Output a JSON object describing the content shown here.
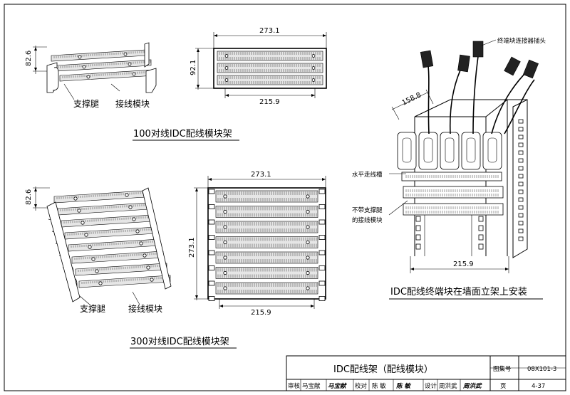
{
  "dims": {
    "d273_1_a": "273.1",
    "d92_1": "92.1",
    "d215_9_a": "215.9",
    "d82_6_a": "82.6",
    "d273_1_b": "273.1",
    "d273_1_v": "273.1",
    "d215_9_b": "215.9",
    "d82_6_b": "82.6",
    "d158_8": "158.8",
    "d215_9_c": "215.9"
  },
  "labels": {
    "support_leg_1": "支撑腿",
    "wiring_module_1": "接线模块",
    "support_leg_2": "支撑腿",
    "wiring_module_2": "接线模块",
    "terminal_plug": "终端块连接器插头",
    "horizontal_trough": "水平走线槽",
    "module_no_leg_line1": "不带支撑腿",
    "module_no_leg_line2": "的接线模块"
  },
  "captions": {
    "cap_100": "100对线IDC配线模块架",
    "cap_300": "300对线IDC配线模块架",
    "cap_wall": "IDC配线终端块在墙面立架上安装"
  },
  "title_block": {
    "title": "IDC配线架（配线模块）",
    "atlas_label": "图集号",
    "atlas_no": "08X101-3",
    "review_label": "审核",
    "review_name": "马宝献",
    "review_sign": "马宝献",
    "check_label": "校对",
    "check_name": "陈 敏",
    "check_sign": "陈 敏",
    "design_label": "设计",
    "design_name": "周洪武",
    "design_sign": "周洪武",
    "page_label": "页",
    "page_no": "4-37"
  }
}
